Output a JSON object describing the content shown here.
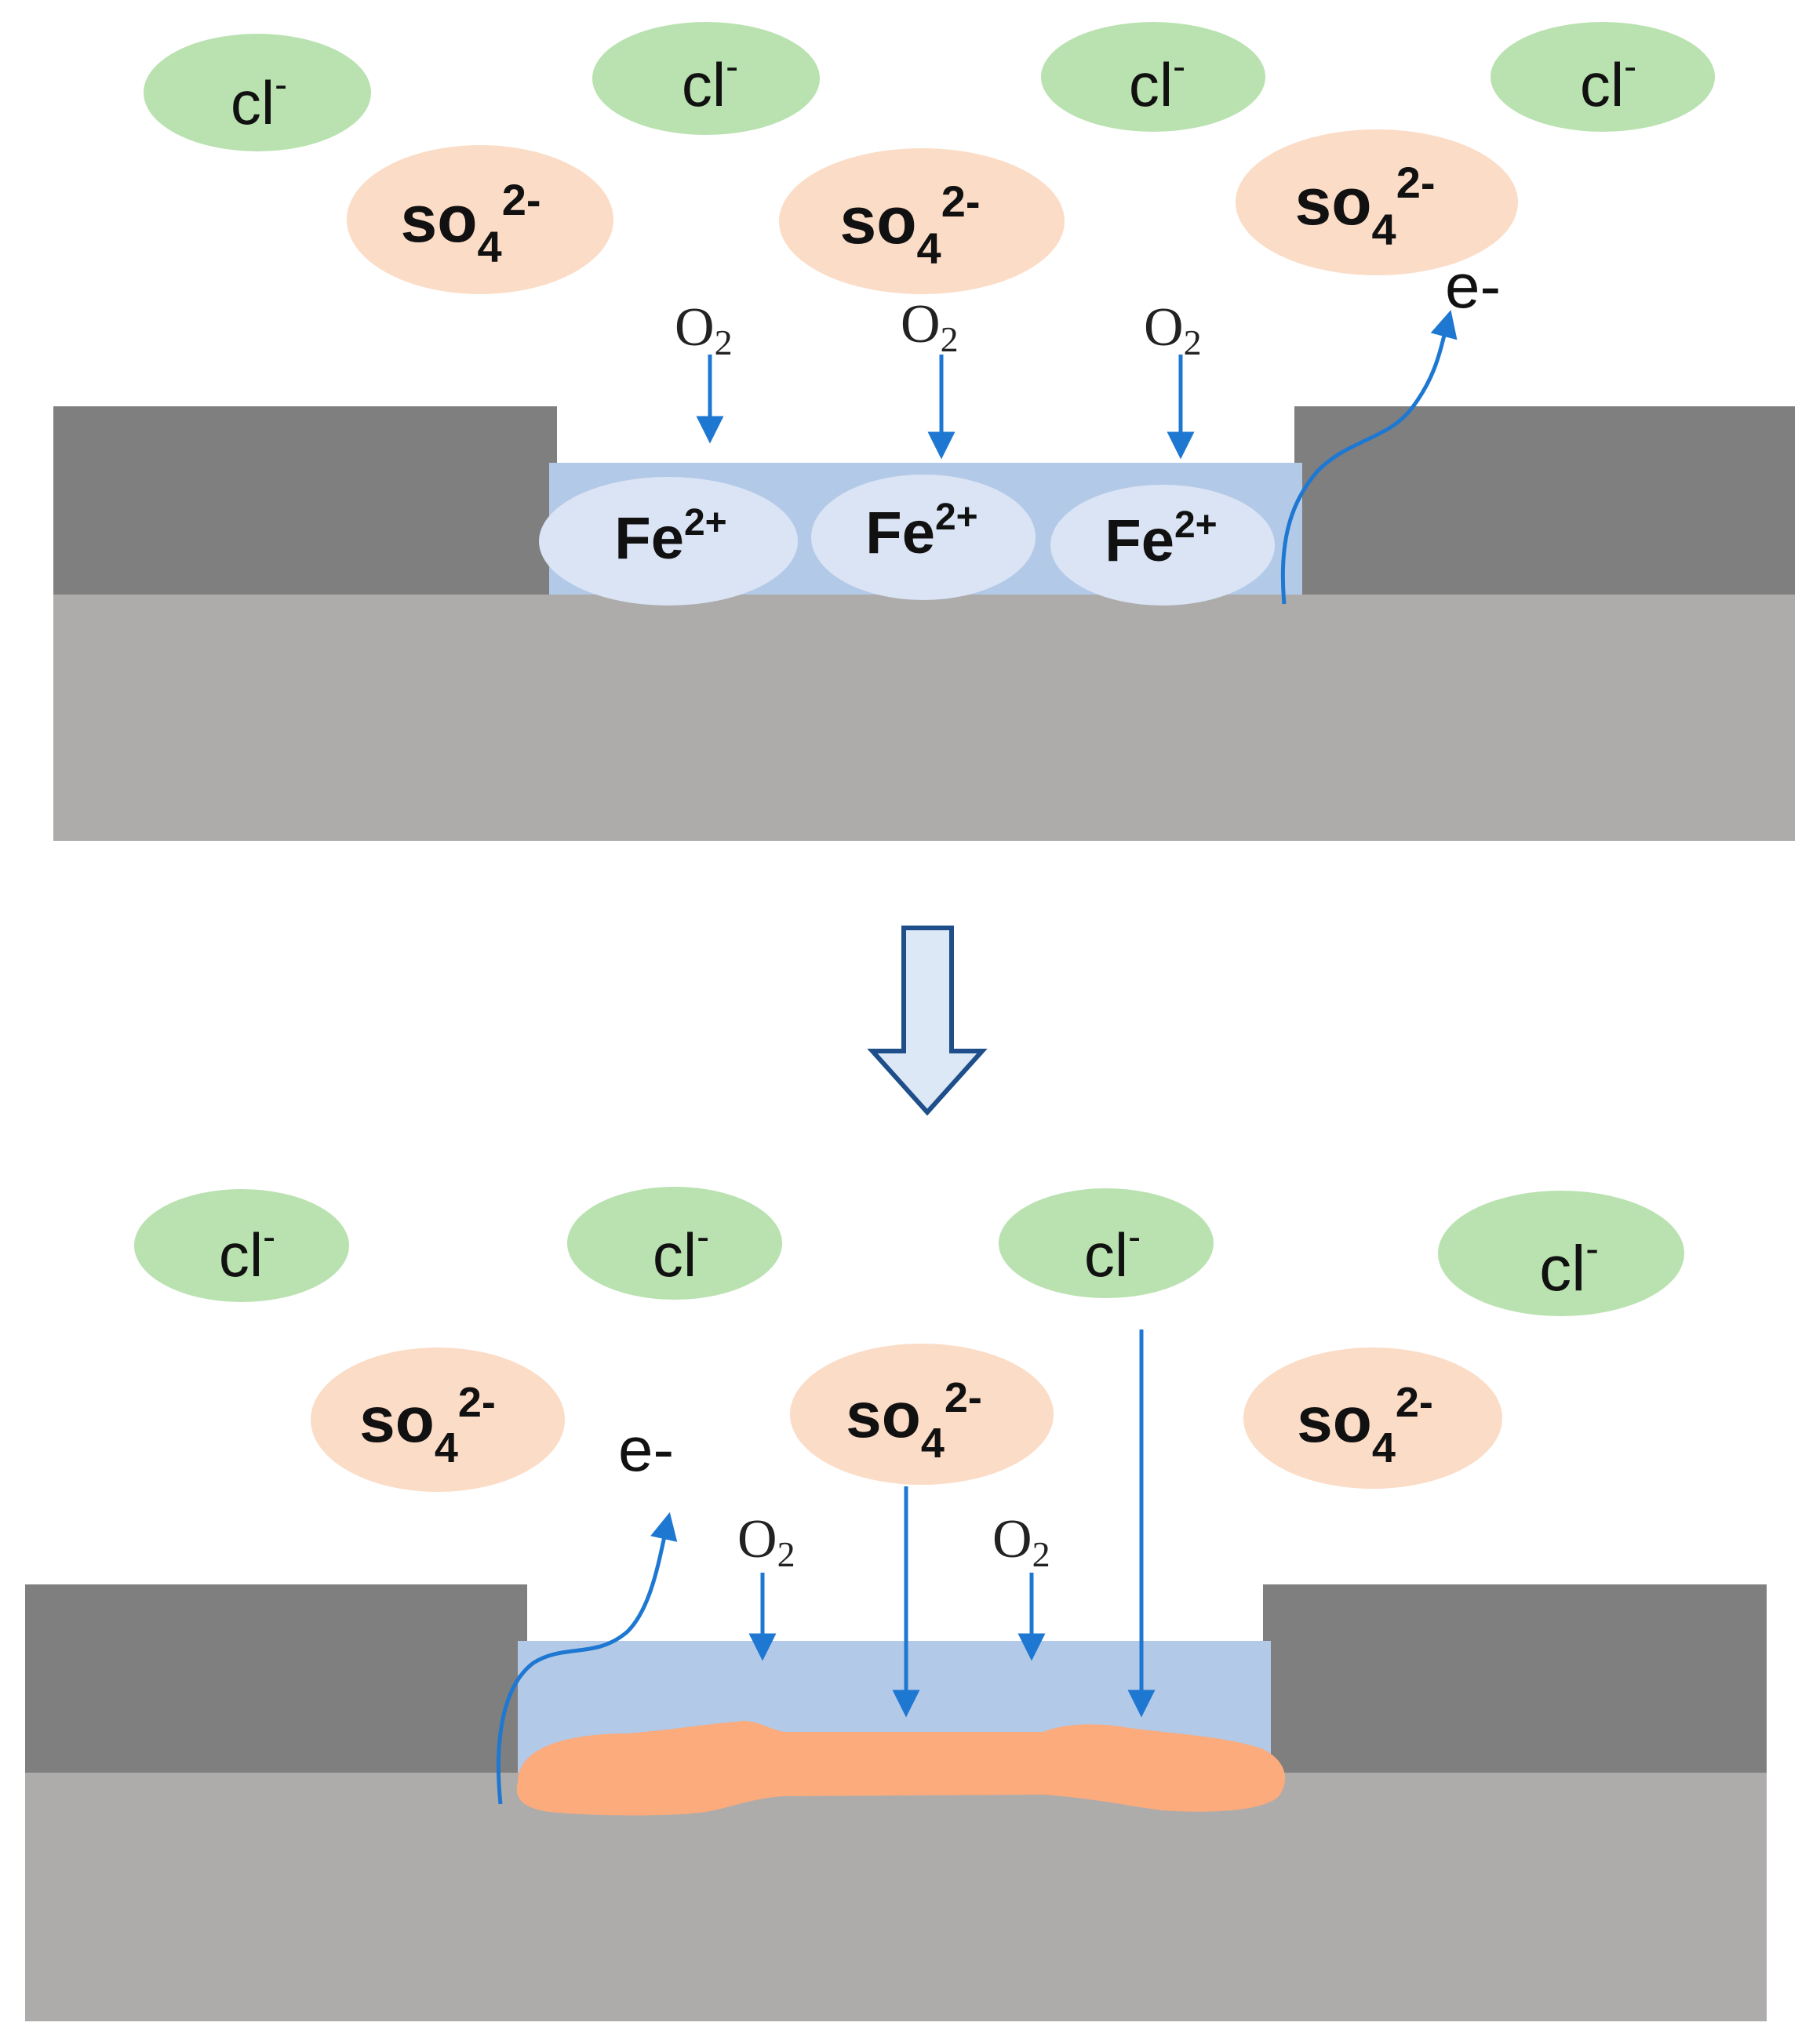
{
  "colors": {
    "background": "#ffffff",
    "coating": "#7f7f7f",
    "substrate": "#aeacab",
    "electrolyte": "#b3c9e8",
    "cl_ion": "#b9e2b0",
    "so4_ion": "#fbdcc6",
    "fe_ion": "#dae4f4",
    "arrow_blue": "#1e78d2",
    "corrosion_product": "#fbab7c",
    "transition_arrow_fill": "#dde8f6",
    "transition_arrow_stroke": "#1f4f8a"
  },
  "icons": {
    "transition": "down-arrow-icon",
    "electron_path": "wavy-arrow-icon",
    "oxygen_flow": "down-arrow-icon"
  },
  "labels": {
    "cl_base": "cl",
    "cl_sup": "-",
    "so4_base": "so",
    "so4_sub": "4",
    "so4_sup": "2-",
    "fe_base": "Fe",
    "fe_sup": "2+",
    "o2_base": "O",
    "o2_sub": "2",
    "electron": "e-"
  },
  "top_panel": {
    "cl_ions": [
      "cl-",
      "cl-",
      "cl-",
      "cl-"
    ],
    "so4_ions": [
      "so4 2-",
      "so4 2-",
      "so4 2-"
    ],
    "o2_arrows": [
      "O2",
      "O2",
      "O2"
    ],
    "fe_ions": [
      "Fe2+",
      "Fe2+",
      "Fe2+"
    ],
    "electron_label": "e-"
  },
  "bottom_panel": {
    "cl_ions": [
      "cl-",
      "cl-",
      "cl-",
      "cl-"
    ],
    "so4_ions": [
      "so4 2-",
      "so4 2-",
      "so4 2-"
    ],
    "o2_arrows": [
      "O2",
      "O2"
    ],
    "electron_label": "e-",
    "corrosion_product": true
  }
}
